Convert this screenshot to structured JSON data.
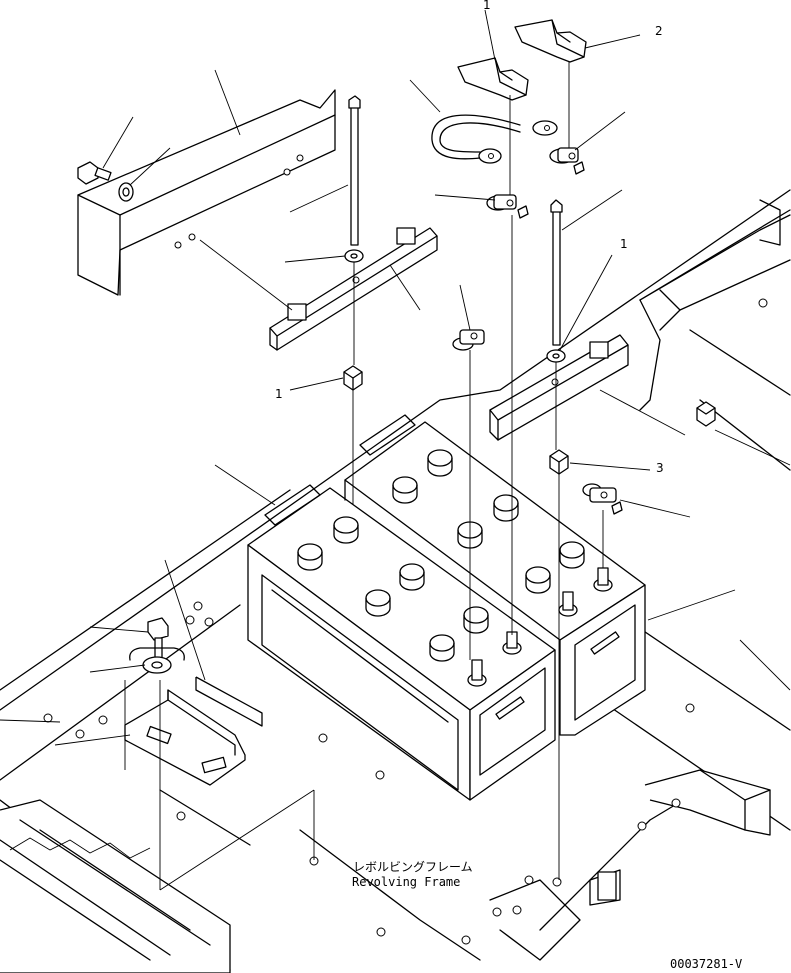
{
  "labels": {
    "frame_jp": "レボルビングフレーム",
    "frame_en": "Revolving Frame",
    "drawing_no": "00037281-V"
  },
  "callouts": {
    "c1": "1",
    "c2": "2",
    "c3": "3",
    "c4": "1",
    "c5": "1"
  }
}
